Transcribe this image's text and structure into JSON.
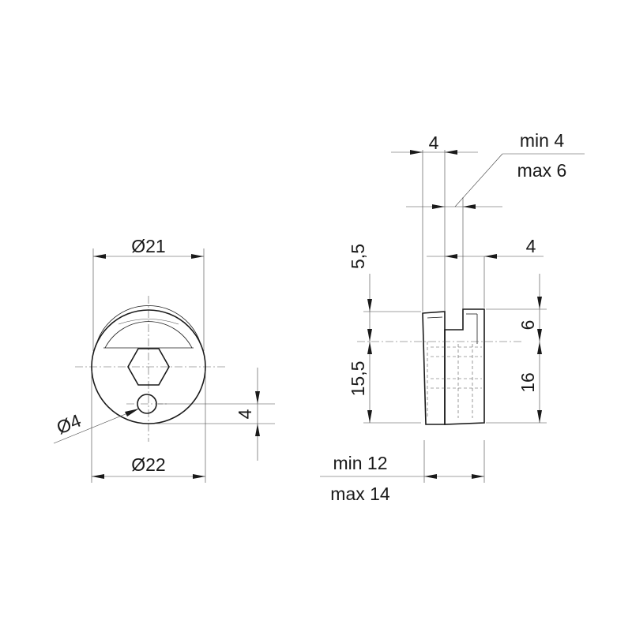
{
  "front_view": {
    "dia_top": "Ø21",
    "dia_bottom": "Ø22",
    "hole_dia": "Ø4",
    "hole_offset": "4"
  },
  "side_view": {
    "wall_top": "4",
    "thickness_min": "min 4",
    "thickness_max": "max 6",
    "wall_right": "4",
    "left_upper": "5,5",
    "left_lower": "15,5",
    "right_upper": "6",
    "right_lower": "16",
    "width_min": "min 12",
    "width_max": "max 14"
  }
}
